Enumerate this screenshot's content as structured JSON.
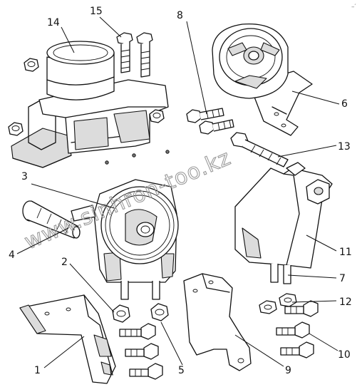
{
  "watermark": "www.sinhron-too.kz",
  "corner_mark": "–′",
  "callouts": [
    {
      "id": "1",
      "label": "1"
    },
    {
      "id": "2",
      "label": "2"
    },
    {
      "id": "3",
      "label": "3"
    },
    {
      "id": "4",
      "label": "4"
    },
    {
      "id": "5",
      "label": "5"
    },
    {
      "id": "6",
      "label": "6"
    },
    {
      "id": "7",
      "label": "7"
    },
    {
      "id": "8",
      "label": "8"
    },
    {
      "id": "9",
      "label": "9"
    },
    {
      "id": "10",
      "label": "10"
    },
    {
      "id": "11",
      "label": "11"
    },
    {
      "id": "12",
      "label": "12"
    },
    {
      "id": "13",
      "label": "13"
    },
    {
      "id": "14",
      "label": "14"
    },
    {
      "id": "15",
      "label": "15"
    }
  ]
}
